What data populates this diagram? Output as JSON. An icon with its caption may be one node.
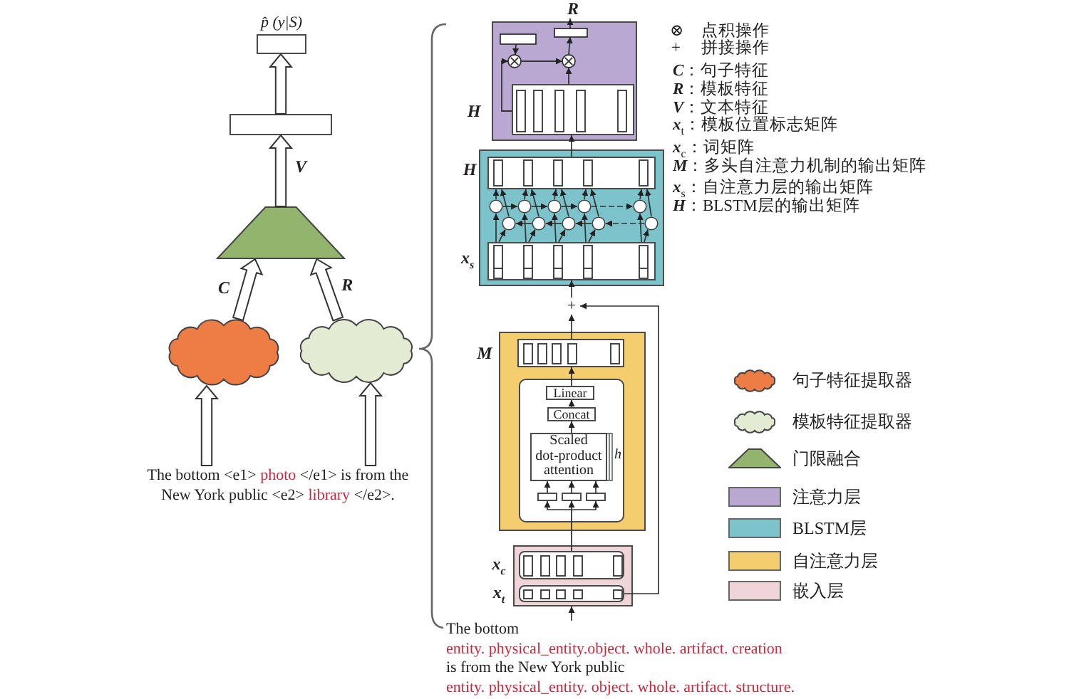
{
  "diagram": {
    "nodes": [
      {
        "text": [
          "p̂ (y|S)"
        ]
      },
      {
        "text": [],
        "shape": "box"
      },
      {
        "text": [],
        "shape": "trapezoid"
      },
      {
        "text": [],
        "shape": "cloud"
      },
      {
        "text": [],
        "shape": "cloud"
      },
      {
        "text": [
          "The bottom <e1> *photo* </e1> is from the New York public <e2> *library* </e2>."
        ]
      },
      {
        "text": [],
        "shape": "box",
        "beside": [
          "R"
        ]
      },
      {
        "text": [
          "H"
        ],
        "in": 6
      },
      {
        "text": [],
        "shape": "box"
      },
      {
        "text": [
          "H"
        ],
        "in": 8
      },
      {
        "text": [
          "x$_{s}$"
        ],
        "in": 8
      },
      {
        "text": [
          "+"
        ]
      },
      {
        "text": [],
        "shape": "box"
      },
      {
        "text": [
          "M"
        ],
        "in": 12
      },
      {
        "text": [],
        "shape": "box",
        "in": 12
      },
      {
        "text": [
          "Linear"
        ],
        "in": 14
      },
      {
        "text": [
          "Concat"
        ],
        "in": 14
      },
      {
        "text": [
          "Scaled dot-product attention"
        ],
        "in": 14,
        "beside": [
          "h"
        ]
      },
      {
        "text": [],
        "shape": "box",
        "in": 14
      },
      {
        "text": [],
        "shape": "box",
        "in": 14
      },
      {
        "text": [],
        "shape": "box",
        "in": 14
      },
      {
        "text": [],
        "shape": "box"
      },
      {
        "text": [
          "x$_{c}$"
        ],
        "in": 21
      },
      {
        "text": [
          "x$_{t}$"
        ],
        "in": 21
      },
      {
        "text": [
          "The bottom *entity. physical_entity.object. whole. artifact. creation* is from the New York public *entity. physical_entity. object. whole. artifact. structure.*"
        ]
      },
      {
        "text": [],
        "shape": "circle",
        "in": 8
      },
      {
        "text": [],
        "shape": "circle",
        "in": 8
      },
      {
        "text": [],
        "shape": "circle",
        "in": 8
      },
      {
        "text": [],
        "shape": "circle",
        "in": 8
      },
      {
        "text": [],
        "shape": "circle",
        "in": 8
      },
      {
        "text": [],
        "shape": "circle",
        "in": 8
      },
      {
        "text": [],
        "shape": "circle",
        "in": 8
      },
      {
        "text": [],
        "shape": "circle",
        "in": 8
      },
      {
        "text": [],
        "shape": "circle",
        "in": 8
      },
      {
        "text": [],
        "shape": "circle",
        "in": 8
      }
    ],
    "edges": [
      {
        "from": 3,
        "to": 2,
        "arrow": "to",
        "label": "C",
        "style": "thick"
      },
      {
        "from": 4,
        "to": 2,
        "arrow": "to",
        "label": "R",
        "style": "thick"
      },
      {
        "from": 2,
        "to": 1,
        "arrow": "to",
        "label": "V",
        "style": "thick"
      },
      {
        "from": 1,
        "to": 0,
        "arrow": "to",
        "style": "thick"
      },
      {
        "from": 5,
        "to": 3,
        "arrow": "to",
        "style": "thick"
      },
      {
        "from": 5,
        "to": 4,
        "arrow": "to",
        "style": "thick"
      },
      {
        "from": 24,
        "to": 21,
        "arrow": "to"
      },
      {
        "from": 22,
        "to": 18,
        "arrow": "to"
      },
      {
        "from": 22,
        "to": 19,
        "arrow": "to"
      },
      {
        "from": 22,
        "to": 20,
        "arrow": "to"
      },
      {
        "from": 18,
        "to": 17,
        "arrow": "to"
      },
      {
        "from": 19,
        "to": 17,
        "arrow": "to"
      },
      {
        "from": 20,
        "to": 17,
        "arrow": "to"
      },
      {
        "from": 17,
        "to": 16,
        "arrow": "to"
      },
      {
        "from": 16,
        "to": 15,
        "arrow": "to"
      },
      {
        "from": 15,
        "to": 13,
        "arrow": "to"
      },
      {
        "from": 13,
        "to": 11,
        "arrow": "to"
      },
      {
        "from": 23,
        "to": 11,
        "arrow": "to"
      },
      {
        "from": 11,
        "to": 10,
        "arrow": "to"
      },
      {
        "from": 9,
        "to": 7,
        "arrow": "to"
      },
      {
        "from": 10,
        "to": 25,
        "arrow": "to"
      },
      {
        "from": 10,
        "to": 30,
        "arrow": "to"
      },
      {
        "from": 25,
        "to": 9,
        "arrow": "to"
      },
      {
        "from": 30,
        "to": 9,
        "arrow": "to"
      },
      {
        "from": 10,
        "to": 26,
        "arrow": "to"
      },
      {
        "from": 10,
        "to": 31,
        "arrow": "to"
      },
      {
        "from": 26,
        "to": 9,
        "arrow": "to"
      },
      {
        "from": 31,
        "to": 9,
        "arrow": "to"
      },
      {
        "from": 10,
        "to": 27,
        "arrow": "to"
      },
      {
        "from": 10,
        "to": 32,
        "arrow": "to"
      },
      {
        "from": 27,
        "to": 9,
        "arrow": "to"
      },
      {
        "from": 32,
        "to": 9,
        "arrow": "to"
      },
      {
        "from": 10,
        "to": 28,
        "arrow": "to"
      },
      {
        "from": 10,
        "to": 33,
        "arrow": "to"
      },
      {
        "from": 28,
        "to": 9,
        "arrow": "to"
      },
      {
        "from": 33,
        "to": 9,
        "arrow": "to"
      },
      {
        "from": 10,
        "to": 29,
        "arrow": "to"
      },
      {
        "from": 10,
        "to": 34,
        "arrow": "to"
      },
      {
        "from": 29,
        "to": 9,
        "arrow": "to"
      },
      {
        "from": 34,
        "to": 9,
        "arrow": "to"
      },
      {
        "from": 25,
        "to": 26,
        "arrow": "to"
      },
      {
        "from": 26,
        "to": 27,
        "arrow": "to"
      },
      {
        "from": 27,
        "to": 28,
        "arrow": "to"
      },
      {
        "from": 28,
        "to": 29,
        "arrow": "to",
        "style": "dashed"
      },
      {
        "from": 31,
        "to": 30,
        "arrow": "to"
      },
      {
        "from": 32,
        "to": 31,
        "arrow": "to"
      },
      {
        "from": 33,
        "to": 32,
        "arrow": "to"
      },
      {
        "from": 34,
        "to": 33,
        "arrow": "to",
        "style": "dashed"
      }
    ],
    "labels": [
      "⊗",
      "点积操作",
      "+",
      "拼接操作",
      "*C*：句子特征",
      "*R*：模板特征",
      "*V*：文本特征",
      "*x*$_{t}$：模板位置标志矩阵",
      "*x*$_{c}$：词矩阵",
      "*M*：多头自注意力机制的输出矩阵",
      "*x*$_{s}$：自注意力层的输出矩阵",
      "*H*：BLSTM层的输出矩阵"
    ],
    "legend": [
      {
        "text": "句子特征提取器",
        "color": "#ee7d45"
      },
      {
        "text": "模板特征提取器",
        "color": "#e3ebd3"
      },
      {
        "text": "门限融合",
        "color": "#93b46c"
      },
      {
        "text": "注意力层",
        "color": "#b9a8d1"
      },
      {
        "text": "BLSTM层",
        "color": "#7dc3cb"
      },
      {
        "text": "自注意力层",
        "color": "#f4cd6f"
      },
      {
        "text": "嵌入层",
        "color": "#efd4da"
      }
    ]
  }
}
